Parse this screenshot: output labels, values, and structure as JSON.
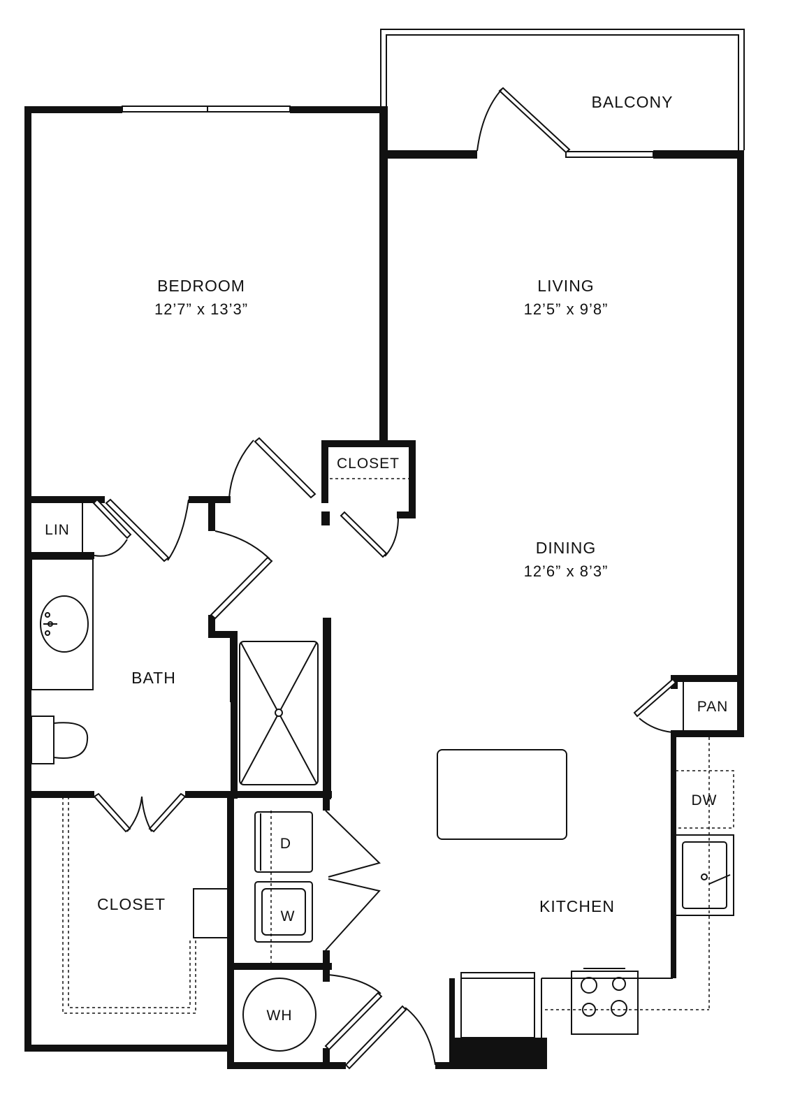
{
  "rooms": {
    "balcony": {
      "name": "BALCONY"
    },
    "bedroom": {
      "name": "BEDROOM",
      "size": "12’7” x 13’3”"
    },
    "living": {
      "name": "LIVING",
      "size": "12’5” x 9’8”"
    },
    "dining": {
      "name": "DINING",
      "size": "12’6” x 8’3”"
    },
    "closet_hall": {
      "name": "CLOSET"
    },
    "linen": {
      "name": "LIN"
    },
    "bath": {
      "name": "BATH"
    },
    "pantry": {
      "name": "PAN"
    },
    "dishwasher": {
      "name": "DW"
    },
    "walkin_closet": {
      "name": "CLOSET"
    },
    "dryer": {
      "name": "D"
    },
    "washer": {
      "name": "W"
    },
    "kitchen": {
      "name": "KITCHEN"
    },
    "water_heater": {
      "name": "WH"
    }
  }
}
